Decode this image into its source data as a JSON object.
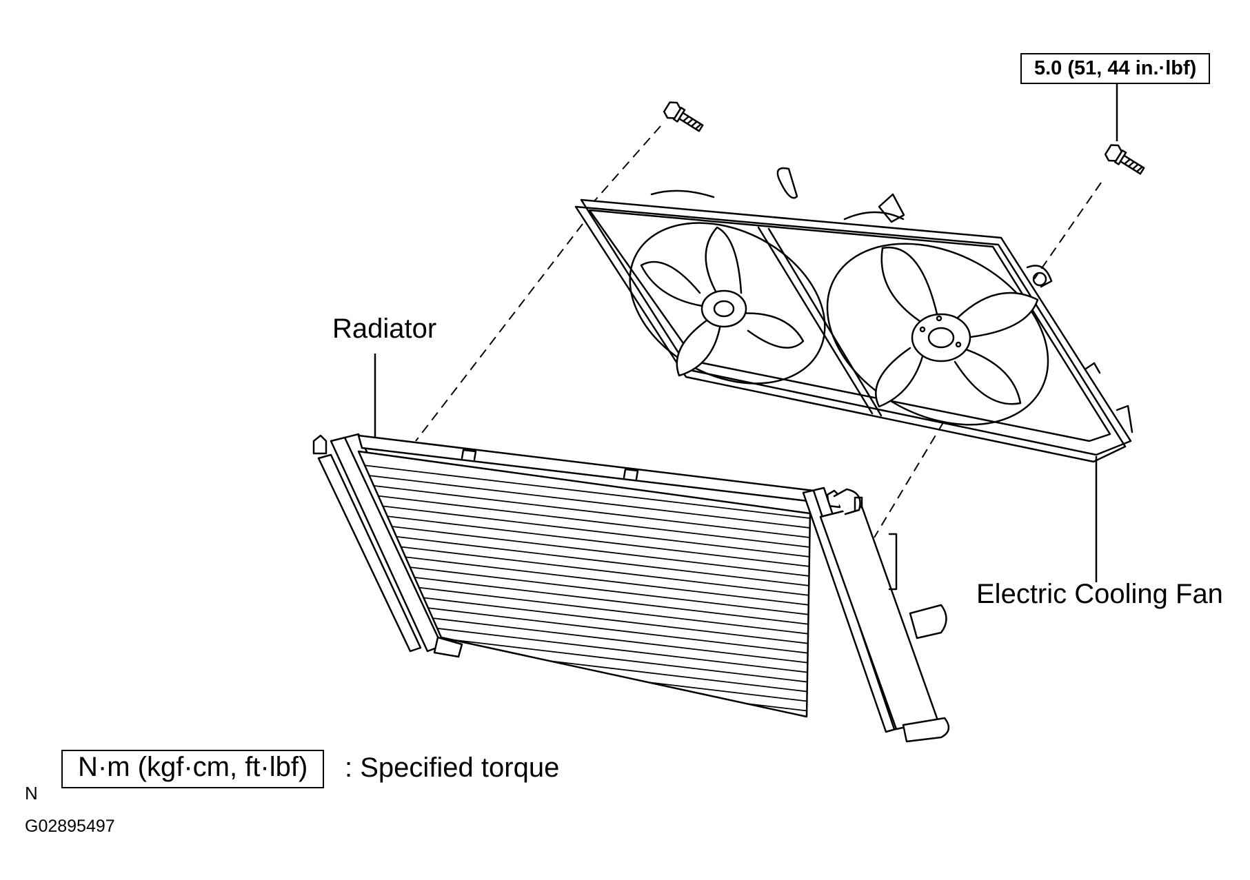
{
  "labels": {
    "radiator": "Radiator",
    "fan": "Electric Cooling Fan"
  },
  "torque": {
    "value": "5.0 (51, 44 in.·lbf)"
  },
  "legend": {
    "unit_box": "N·m (kgf·cm, ft·lbf)",
    "description": ": Specified torque"
  },
  "corner_mark": "N",
  "figure_id": "G02895497",
  "icons": [
    "bolt-icon",
    "fan-blade-icon"
  ]
}
